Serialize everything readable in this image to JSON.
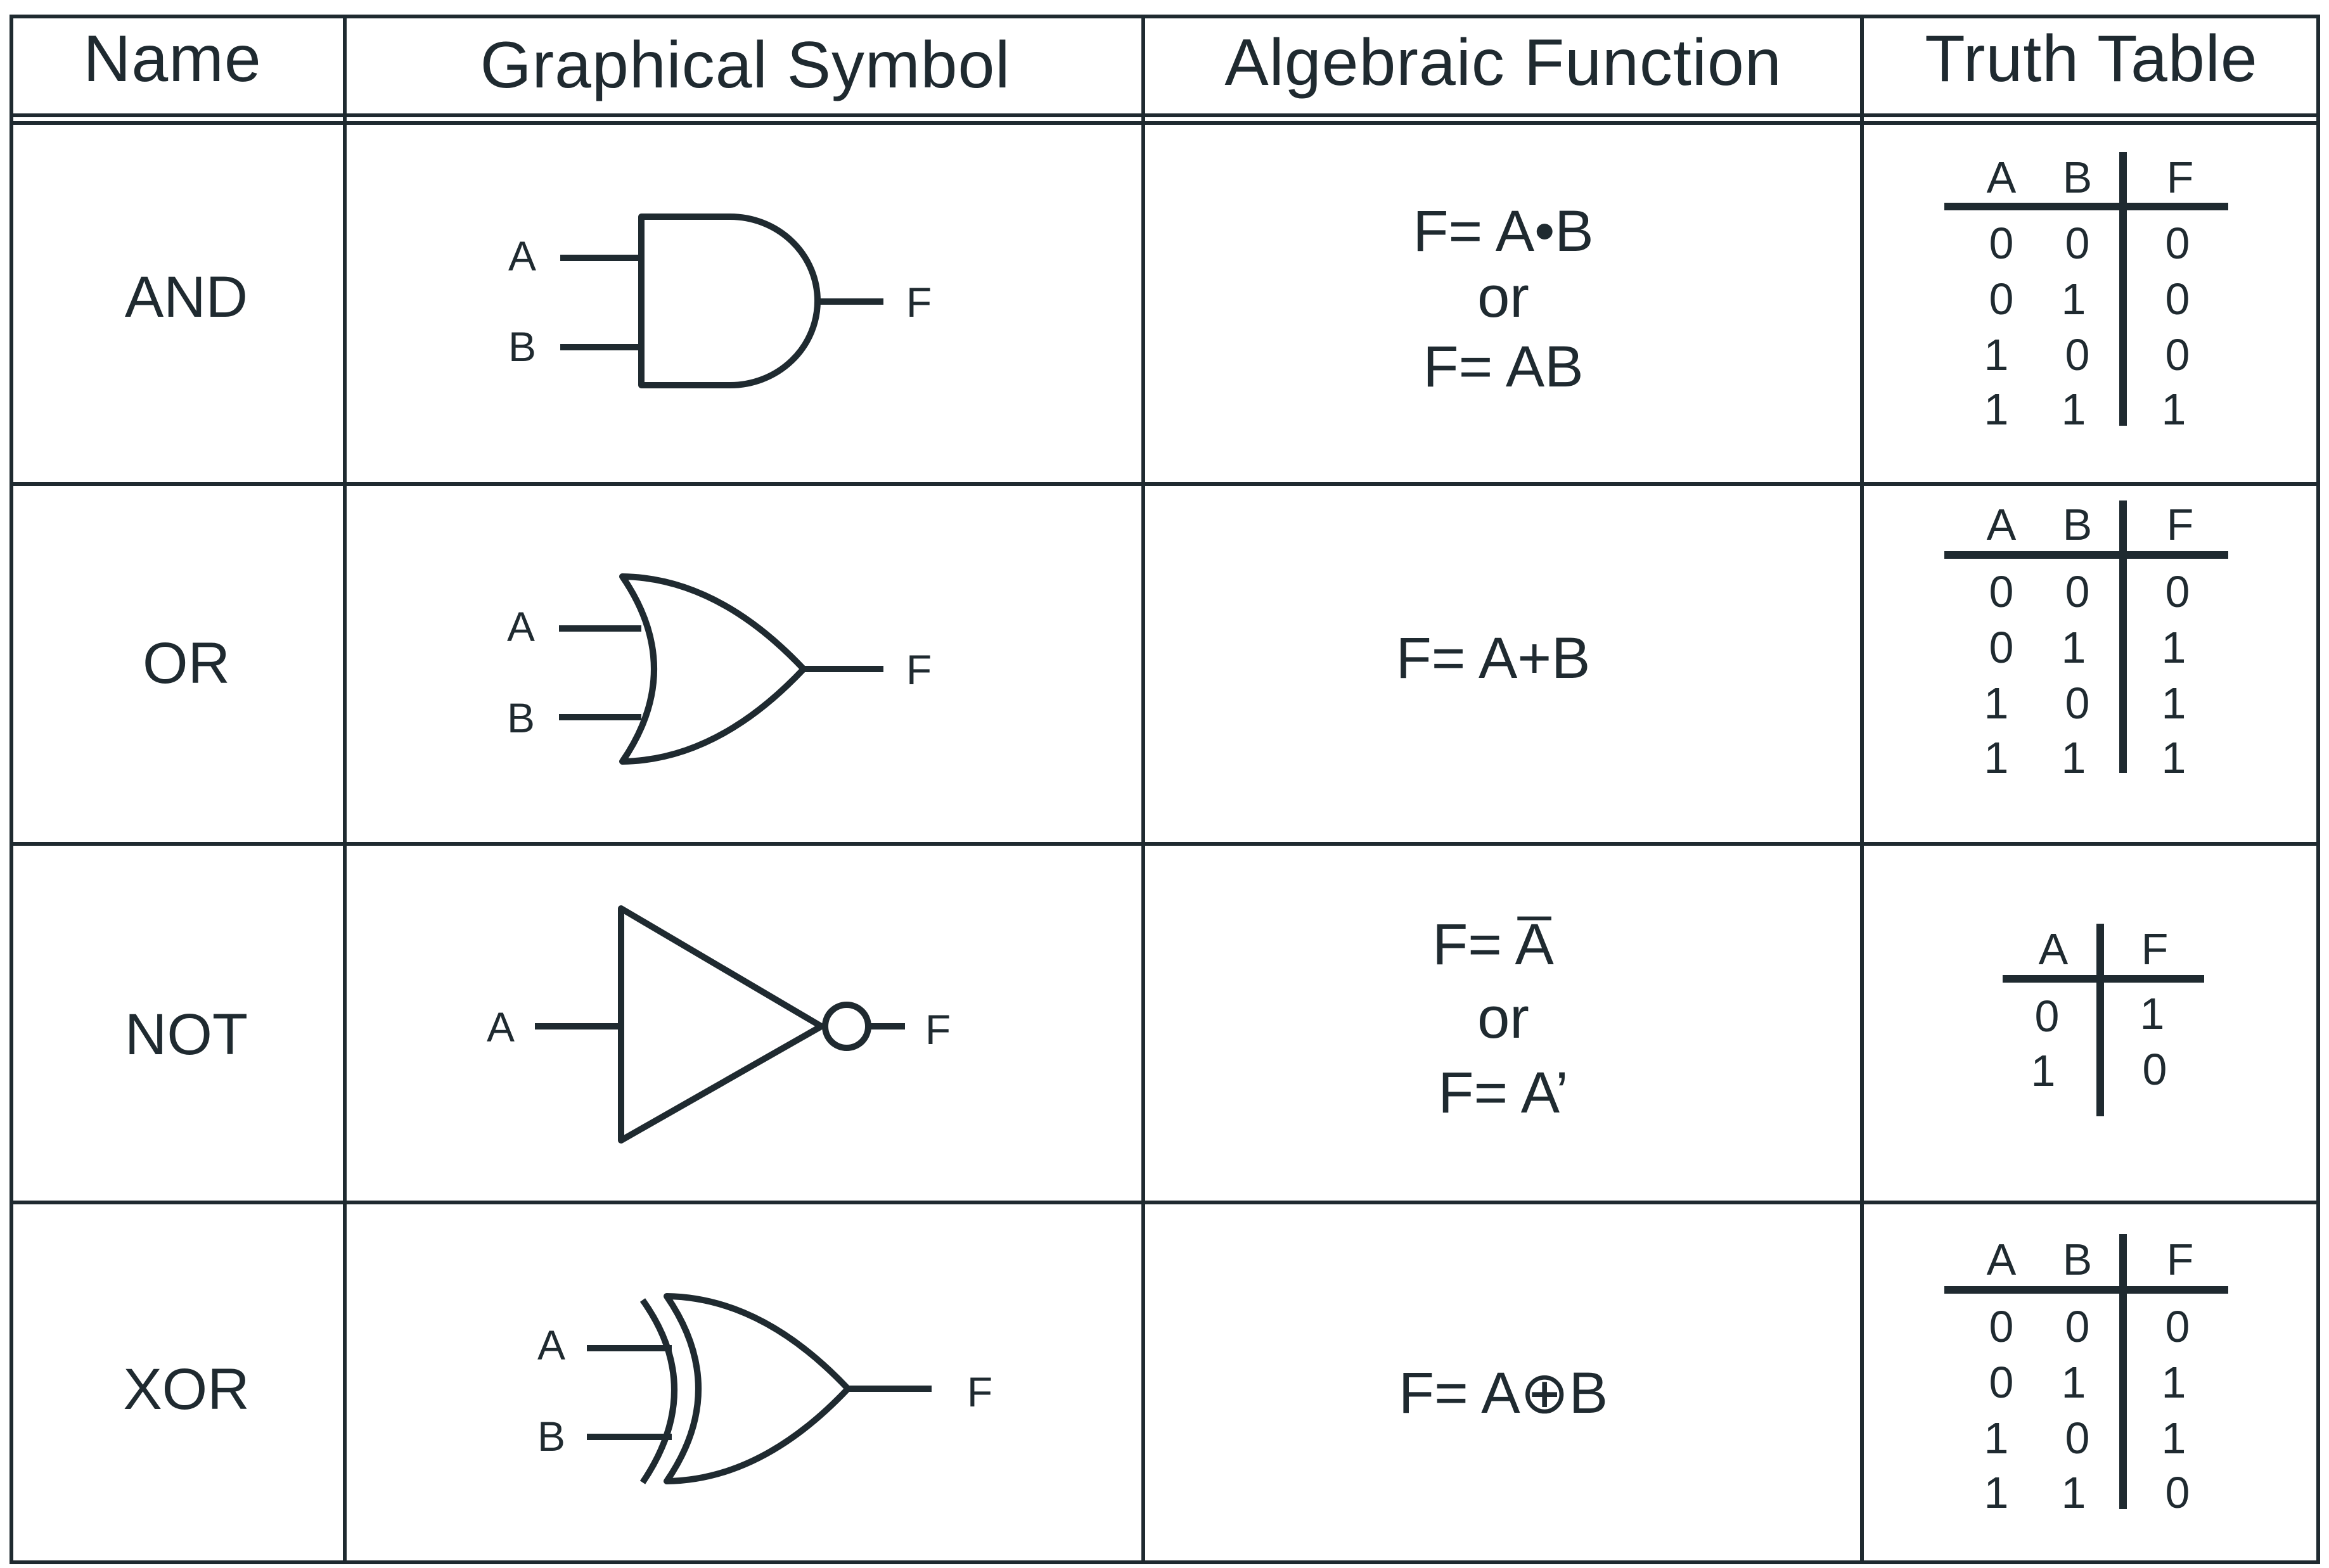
{
  "headers": [
    "Name",
    "Graphical Symbol",
    "Algebraic Function",
    "Truth Table"
  ],
  "colors": {
    "ink": "#1f2a30",
    "background": "#ffffff"
  },
  "gates": [
    {
      "name": "AND",
      "symbol_icon": "and-gate-icon",
      "pins": {
        "a": "A",
        "b": "B",
        "out": "F"
      },
      "function_lines": [
        "F= A•B",
        "or",
        "F= AB"
      ],
      "truth_table": {
        "inputs": [
          "A",
          "B"
        ],
        "output": "F",
        "rows": [
          [
            "0",
            "0",
            "0"
          ],
          [
            "0",
            "1",
            "0"
          ],
          [
            "1",
            "0",
            "0"
          ],
          [
            "1",
            "1",
            "1"
          ]
        ]
      }
    },
    {
      "name": "OR",
      "symbol_icon": "or-gate-icon",
      "pins": {
        "a": "A",
        "b": "B",
        "out": "F"
      },
      "function_lines": [
        "F= A+B"
      ],
      "truth_table": {
        "inputs": [
          "A",
          "B"
        ],
        "output": "F",
        "rows": [
          [
            "0",
            "0",
            "0"
          ],
          [
            "0",
            "1",
            "1"
          ],
          [
            "1",
            "0",
            "1"
          ],
          [
            "1",
            "1",
            "1"
          ]
        ]
      }
    },
    {
      "name": "NOT",
      "symbol_icon": "not-gate-icon",
      "pins": {
        "a": "A",
        "out": "F"
      },
      "function_lines": [
        "F= A̅",
        "or",
        "F= A’"
      ],
      "truth_table": {
        "inputs": [
          "A"
        ],
        "output": "F",
        "rows": [
          [
            "0",
            "1"
          ],
          [
            "1",
            "0"
          ]
        ]
      }
    },
    {
      "name": "XOR",
      "symbol_icon": "xor-gate-icon",
      "pins": {
        "a": "A",
        "b": "B",
        "out": "F"
      },
      "function_lines": [
        "F= A⊕B"
      ],
      "truth_table": {
        "inputs": [
          "A",
          "B"
        ],
        "output": "F",
        "rows": [
          [
            "0",
            "0",
            "0"
          ],
          [
            "0",
            "1",
            "1"
          ],
          [
            "1",
            "0",
            "1"
          ],
          [
            "1",
            "1",
            "0"
          ]
        ]
      }
    }
  ]
}
